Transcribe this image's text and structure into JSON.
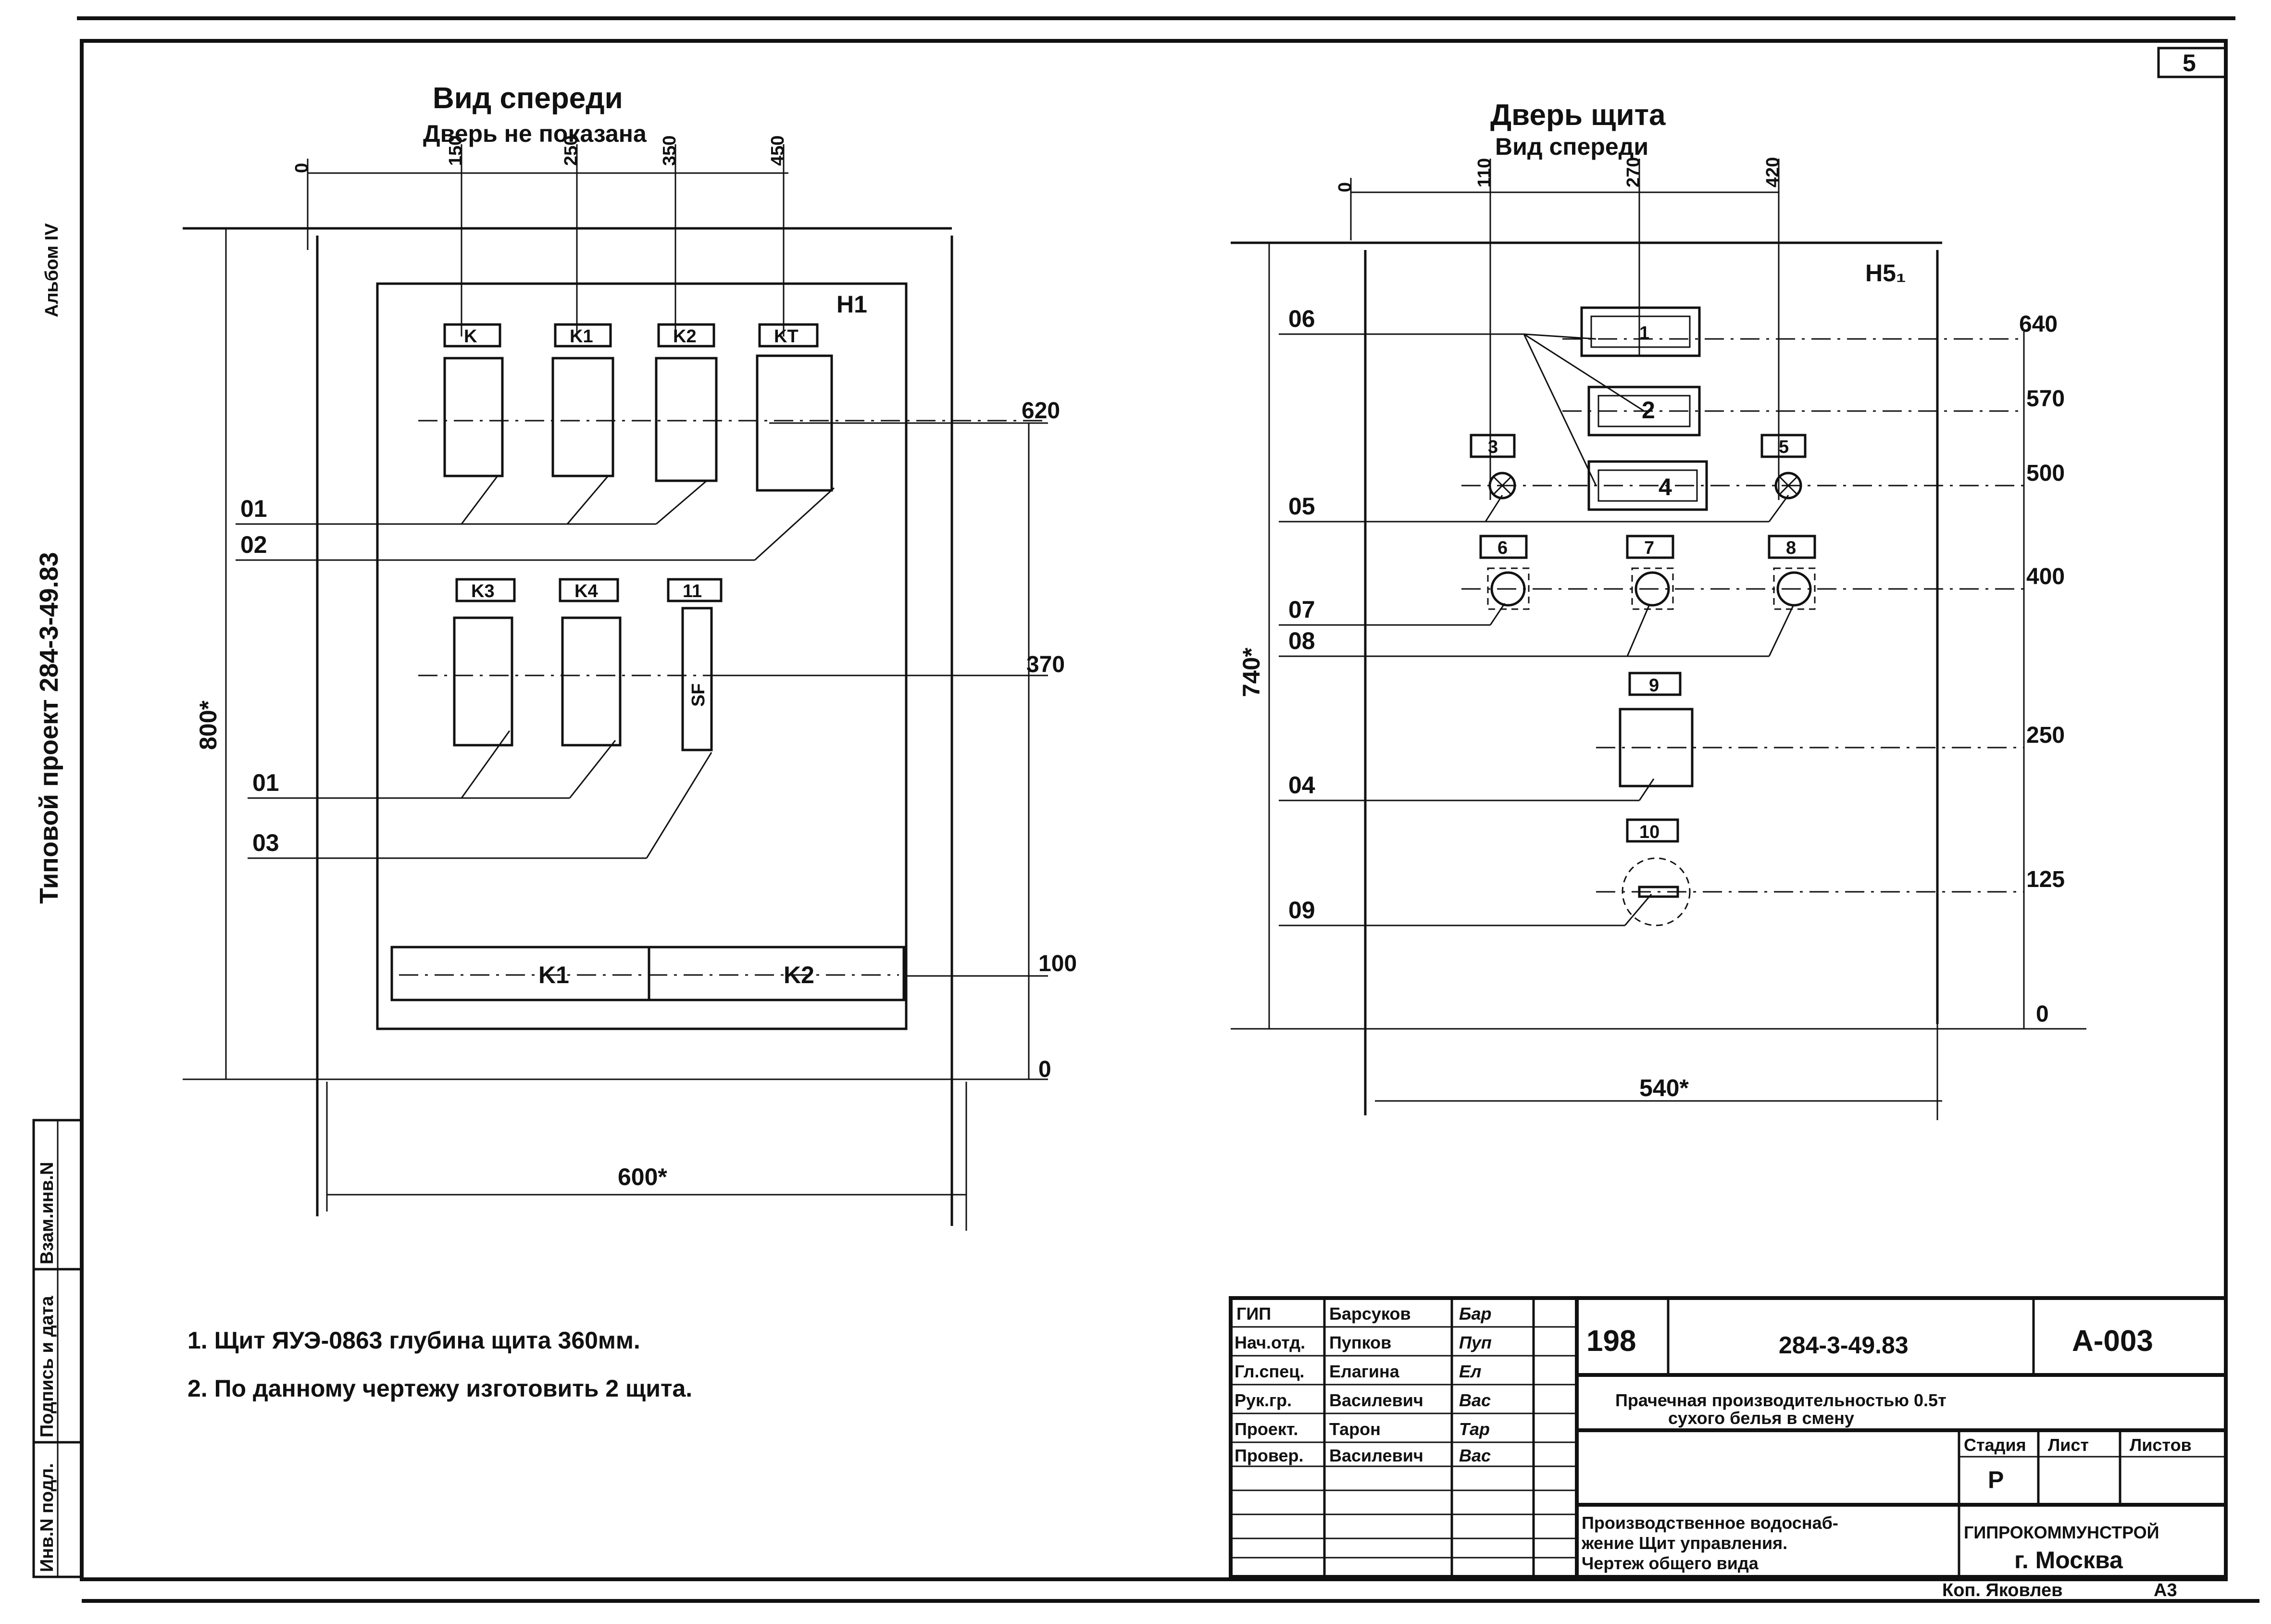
{
  "page_number": "5",
  "side": {
    "series": "Типовой проект 284-3-49.83",
    "album": "Альбом IV",
    "cells": [
      "Инв.N подл.",
      "Подпись и дата",
      "Взам.инв.N"
    ]
  },
  "left_view": {
    "title": "Вид спереди",
    "subtitle": "Дверь не показана",
    "top_dims": [
      "0",
      "150",
      "250",
      "350",
      "450"
    ],
    "right_dims": [
      "620",
      "370",
      "100",
      "0"
    ],
    "width_dim": "600*",
    "height_dim": "800*",
    "panel_mark": "H1",
    "upper_labels": [
      "K",
      "K1",
      "K2",
      "KT"
    ],
    "lower_labels": [
      "K3",
      "K4",
      "11"
    ],
    "sf_label": "SF",
    "bus_labels": [
      "K1",
      "K2"
    ],
    "callouts": [
      "01",
      "02",
      "01",
      "03"
    ]
  },
  "right_view": {
    "title": "Дверь щита",
    "subtitle": "Вид спереди",
    "top_dims": [
      "0",
      "110",
      "270",
      "420"
    ],
    "right_dims": [
      "640",
      "570",
      "500",
      "400",
      "250",
      "125",
      "0"
    ],
    "width_dim": "540*",
    "height_dim": "740*",
    "panel_mark": "H5₁",
    "window_labels": [
      "1",
      "2",
      "4"
    ],
    "tags": [
      "3",
      "5",
      "6",
      "7",
      "8",
      "9",
      "10"
    ],
    "callouts": [
      "06",
      "05",
      "07",
      "08",
      "04",
      "09"
    ]
  },
  "notes": [
    "1. Щит ЯУЭ-0863 глубина щита 360мм.",
    "2. По данному чертежу изготовить 2 щита."
  ],
  "title_block": {
    "roles": [
      "ГИП",
      "Нач.отд.",
      "Гл.спец.",
      "Рук.гр.",
      "Проект.",
      "Провер."
    ],
    "names": [
      "Барсуков",
      "Пупков",
      "Елагина",
      "Василевич",
      "Тарон",
      "Василевич"
    ],
    "signatures": [
      "Бар",
      "Пуп",
      "Ел",
      "Вас",
      "Тар",
      "Вас"
    ],
    "number": "198",
    "project": "284-3-49.83",
    "sheet_code": "А-003",
    "object_line1": "Прачечная производительностью 0.5т",
    "object_line2": "сухого белья в смену",
    "stage_hdr": "Стадия",
    "sheet_hdr": "Лист",
    "sheets_hdr": "Листов",
    "stage": "Р",
    "desc1": "Производственное водоснаб-",
    "desc2": "жение Щит управления.",
    "desc3": "Чертеж общего вида",
    "org": "ГИПРОКОММУНСТРОЙ",
    "city": "г. Москва",
    "copy": "Коп. Яковлев",
    "format": "А3"
  }
}
